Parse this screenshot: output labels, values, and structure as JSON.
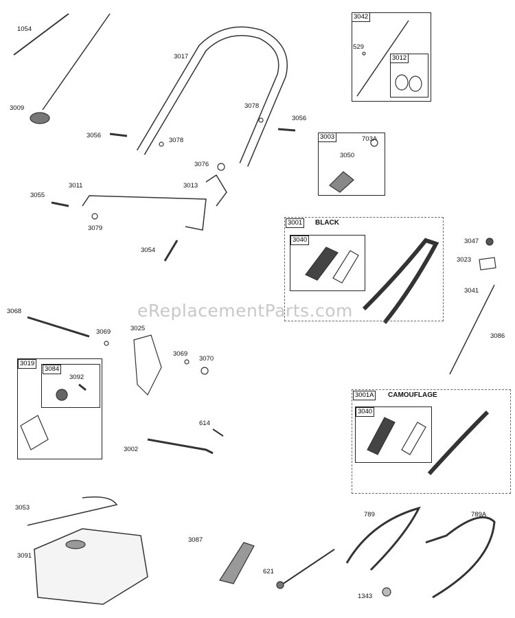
{
  "watermark": "eReplacementParts.com",
  "words": {
    "black": "BLACK",
    "camouflage": "CAMOUFLAGE"
  },
  "labels": {
    "p1054": "1054",
    "p3009": "3009",
    "p3017": "3017",
    "p3078a": "3078",
    "p3078b": "3078",
    "p3056a": "3056",
    "p3056b": "3056",
    "p3076": "3076",
    "p3013": "3013",
    "p3011": "3011",
    "p3055": "3055",
    "p3079": "3079",
    "p3054": "3054",
    "p529": "529",
    "p703a": "703A",
    "p3050": "3050",
    "p3047": "3047",
    "p3023": "3023",
    "p3041": "3041",
    "p3086": "3086",
    "p3068": "3068",
    "p3069a": "3069",
    "p3025": "3025",
    "p3069b": "3069",
    "p3070": "3070",
    "p3092": "3092",
    "p614": "614",
    "p3002": "3002",
    "p3053": "3053",
    "p3091": "3091",
    "p3087": "3087",
    "p789": "789",
    "p789a": "789A",
    "p621": "621",
    "p1343": "1343"
  },
  "tags": {
    "t3042": "3042",
    "t3012": "3012",
    "t3003": "3003",
    "t3001": "3001",
    "t3040a": "3040",
    "t3019": "3019",
    "t3084": "3084",
    "t3001a": "3001A",
    "t3040b": "3040"
  }
}
